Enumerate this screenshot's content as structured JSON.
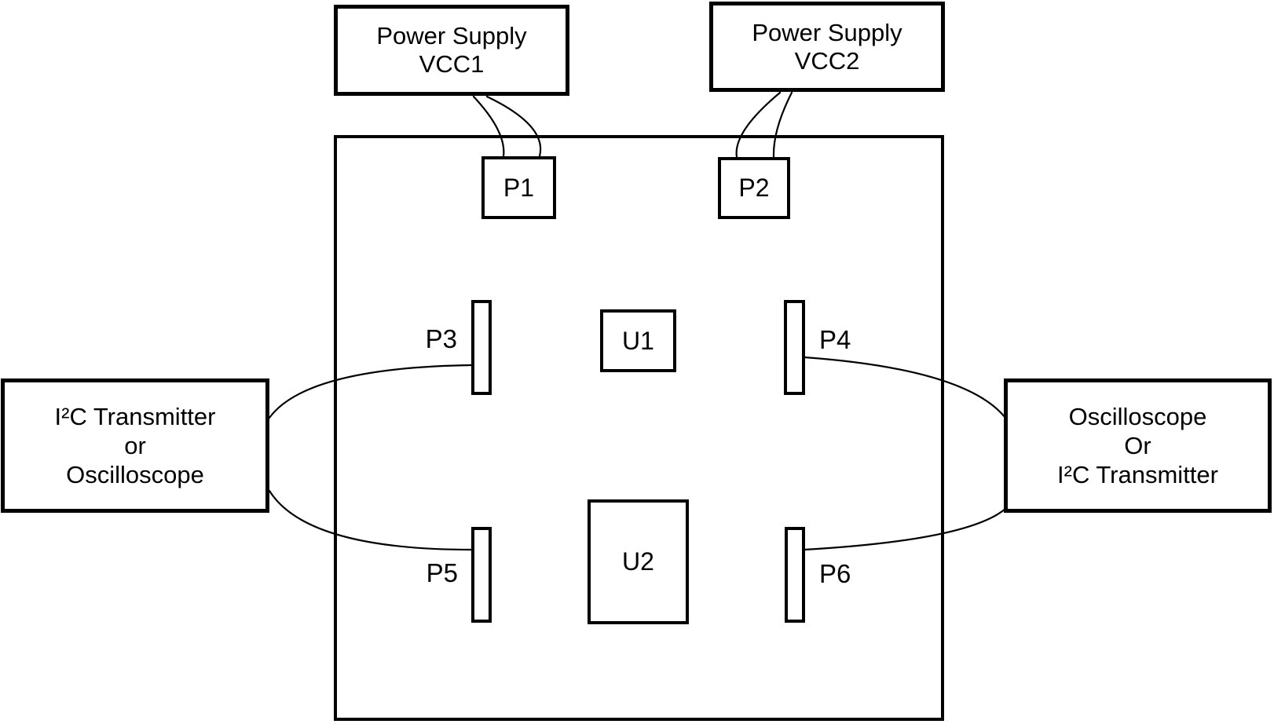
{
  "colors": {
    "background": "#ffffff",
    "stroke": "#000000"
  },
  "boxes": {
    "power_supply_1": {
      "lines": [
        "Power Supply",
        "VCC1"
      ]
    },
    "power_supply_2": {
      "lines": [
        "Power Supply",
        "VCC2"
      ]
    },
    "left_instrument": {
      "lines": [
        "I²C Transmitter",
        "or",
        "Oscilloscope"
      ]
    },
    "right_instrument": {
      "lines": [
        "Oscilloscope",
        "Or",
        "I²C Transmitter"
      ]
    }
  },
  "board": {
    "connectors": [
      {
        "id": "P1"
      },
      {
        "id": "P2"
      },
      {
        "id": "P3"
      },
      {
        "id": "P4"
      },
      {
        "id": "P5"
      },
      {
        "id": "P6"
      }
    ],
    "ics": [
      {
        "id": "U1"
      },
      {
        "id": "U2"
      }
    ]
  },
  "connections": [
    {
      "from": "Power Supply VCC1",
      "to": "P1",
      "wires": 2
    },
    {
      "from": "Power Supply VCC2",
      "to": "P2",
      "wires": 2
    },
    {
      "from": "I²C Transmitter or Oscilloscope",
      "to": "P3",
      "wires": 1
    },
    {
      "from": "I²C Transmitter or Oscilloscope",
      "to": "P5",
      "wires": 1
    },
    {
      "from": "P4",
      "to": "Oscilloscope Or I²C Transmitter",
      "wires": 1
    },
    {
      "from": "P6",
      "to": "Oscilloscope Or I²C Transmitter",
      "wires": 1
    }
  ]
}
